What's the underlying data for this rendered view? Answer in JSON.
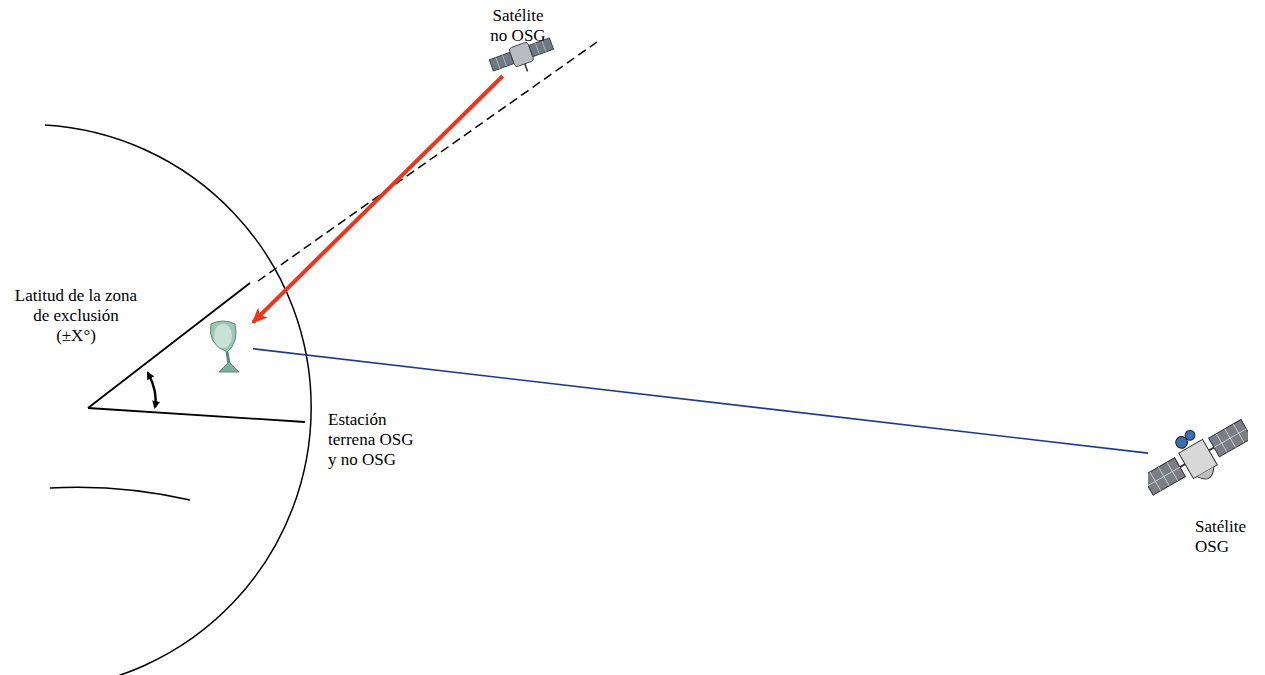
{
  "diagram": {
    "nodes": [
      {
        "text": [
          "Satélite no OSG"
        ]
      },
      {
        "text": [
          "Estación terrena OSG y no OSG"
        ]
      },
      {
        "text": [
          "Satélite OSG"
        ]
      }
    ],
    "edges": [
      {
        "from": 0,
        "to": 1,
        "arrow": "to"
      },
      {
        "from": 1,
        "to": 2,
        "arrow": "none"
      }
    ],
    "labels": [
      "Latitud de la zona de exclusión (±X°)"
    ]
  }
}
